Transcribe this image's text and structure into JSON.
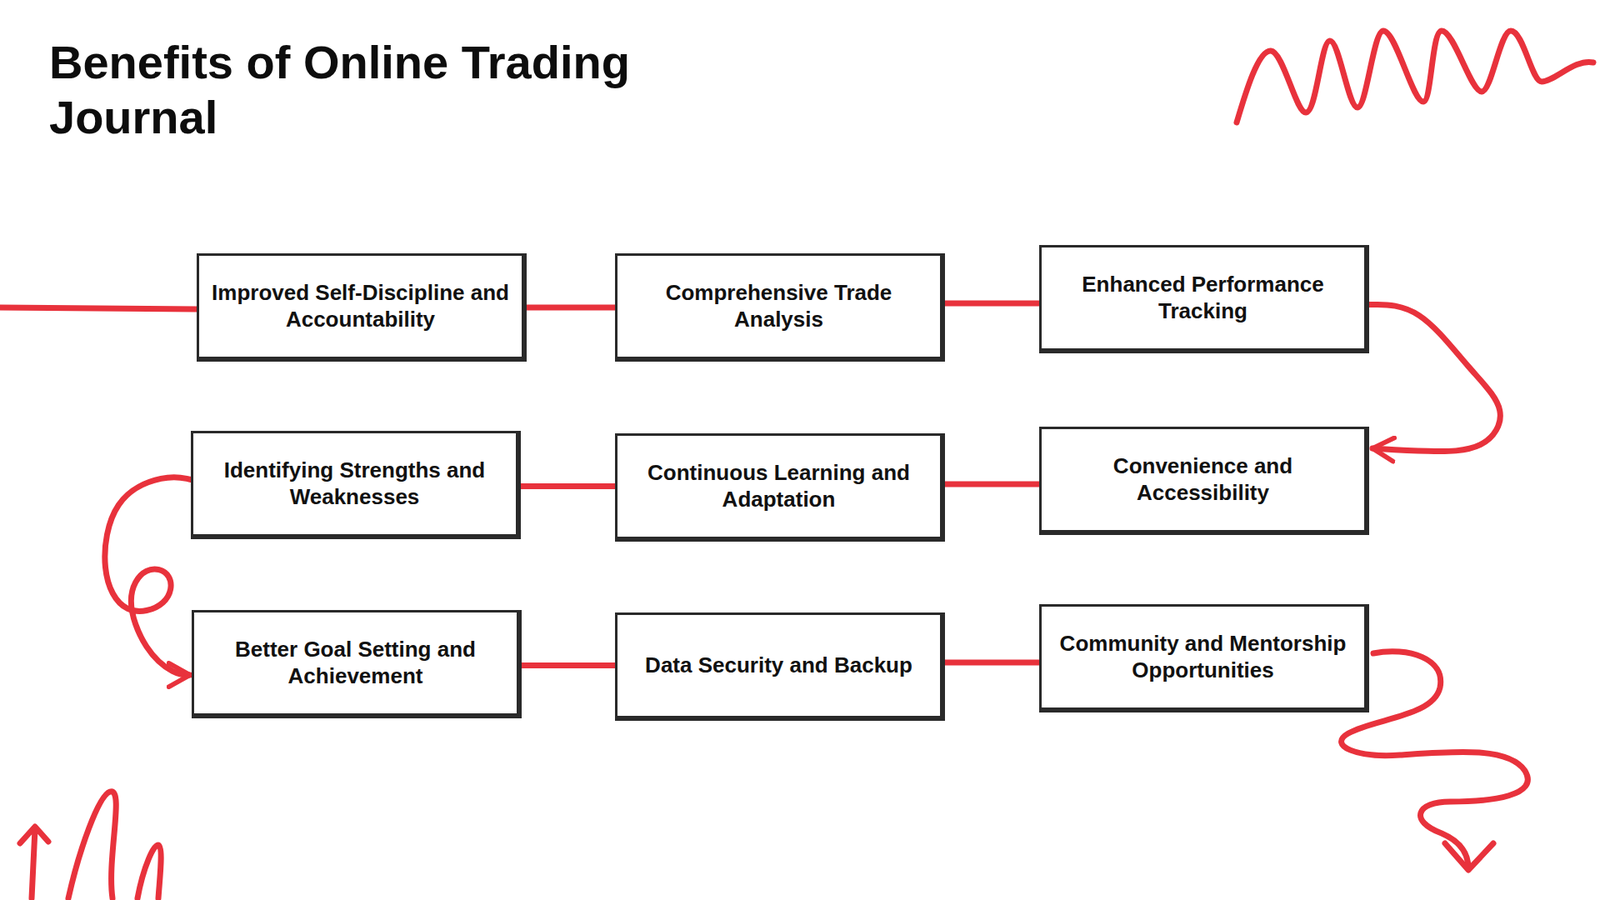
{
  "diagram": {
    "title": "Benefits of Online Trading Journal",
    "nodes": [
      {
        "text": [
          "Improved Self-Discipline and Accountability"
        ]
      },
      {
        "text": [
          "Comprehensive Trade Analysis"
        ]
      },
      {
        "text": [
          "Enhanced Performance Tracking"
        ]
      },
      {
        "text": [
          "Convenience and Accessibility"
        ]
      },
      {
        "text": [
          "Continuous Learning and Adaptation"
        ]
      },
      {
        "text": [
          "Identifying Strengths and Weaknesses"
        ]
      },
      {
        "text": [
          "Better Goal Setting and Achievement"
        ]
      },
      {
        "text": [
          "Data Security and Backup"
        ]
      },
      {
        "text": [
          "Community and Mentorship Opportunities"
        ]
      }
    ],
    "edges": [
      {
        "from": 0,
        "to": 1,
        "arrow": "none"
      },
      {
        "from": 1,
        "to": 2,
        "arrow": "none"
      },
      {
        "from": 2,
        "to": 3,
        "arrow": "to"
      },
      {
        "from": 3,
        "to": 4,
        "arrow": "none"
      },
      {
        "from": 4,
        "to": 5,
        "arrow": "none"
      },
      {
        "from": 5,
        "to": 6,
        "arrow": "to"
      },
      {
        "from": 6,
        "to": 7,
        "arrow": "none"
      },
      {
        "from": 7,
        "to": 8,
        "arrow": "none"
      }
    ]
  }
}
